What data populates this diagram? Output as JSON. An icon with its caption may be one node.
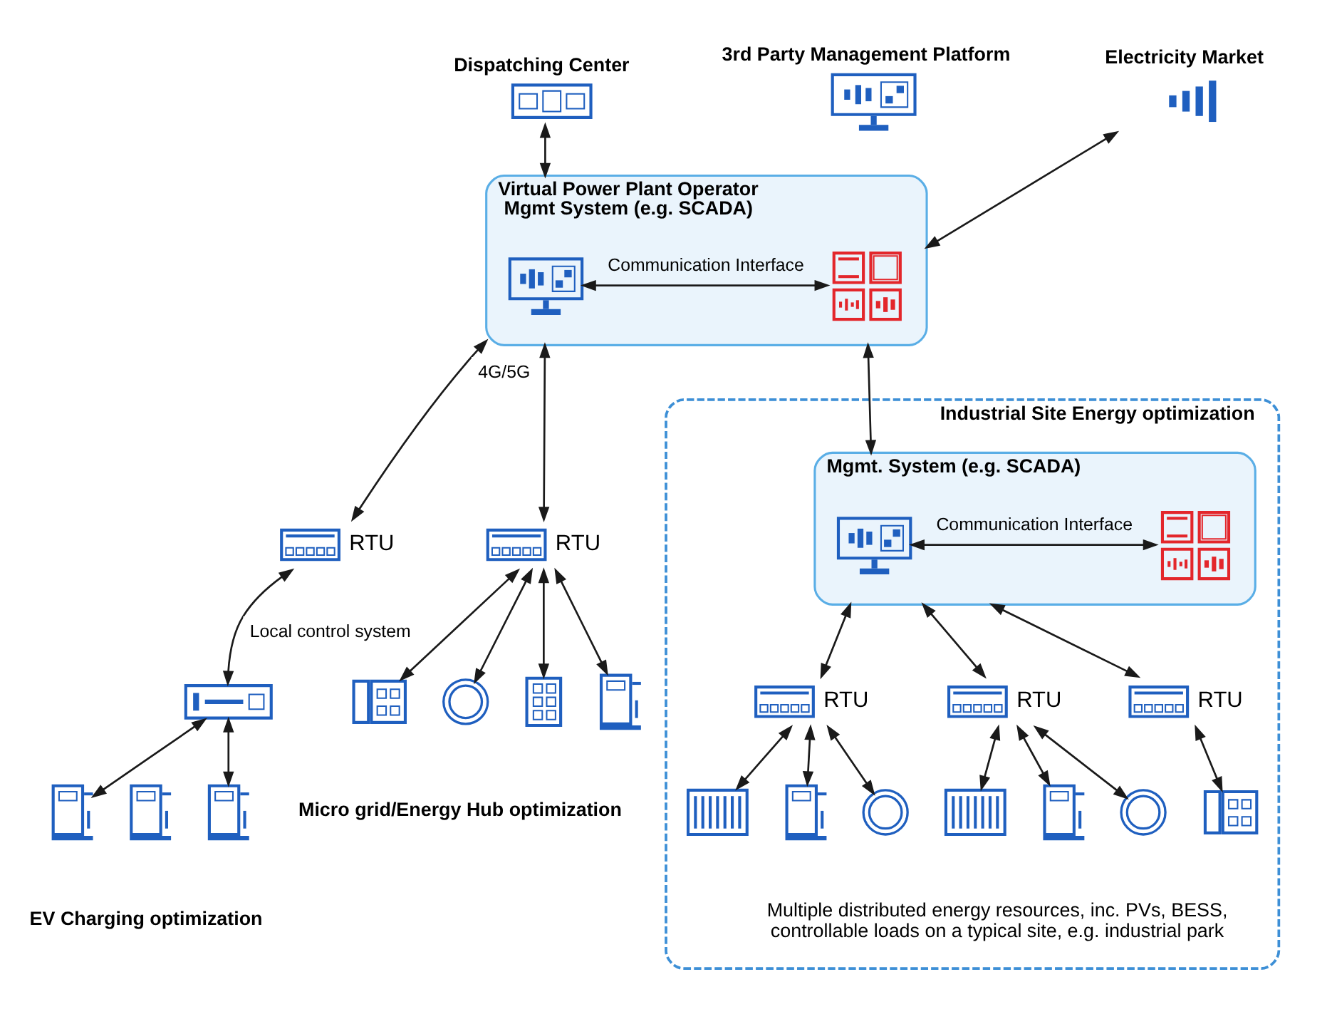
{
  "diagram": {
    "nodes": [
      {
        "text": [
          "Dispatching Center"
        ]
      },
      {
        "text": [
          "3rd Party Management Platform"
        ]
      },
      {
        "text": [
          "Electricity Market"
        ]
      },
      {
        "text": [
          "Virtual Power Plant Operator",
          "Mgmt System (e.g. SCADA)"
        ]
      },
      {
        "text": [],
        "shape": "picture",
        "in": 3
      },
      {
        "text": [],
        "shape": "picture",
        "in": 3
      },
      {
        "text": [
          "RTU"
        ]
      },
      {
        "text": [],
        "shape": "picture"
      },
      {
        "text": [],
        "shape": "picture"
      },
      {
        "text": [],
        "shape": "picture"
      },
      {
        "text": [],
        "shape": "picture"
      },
      {
        "text": [
          "RTU"
        ]
      },
      {
        "text": [],
        "shape": "picture"
      },
      {
        "text": [],
        "shape": "picture"
      },
      {
        "text": [],
        "shape": "picture"
      },
      {
        "text": [],
        "shape": "picture"
      },
      {
        "text": [
          "Industrial Site Energy optimization"
        ]
      },
      {
        "text": [
          "Mgmt. System (e.g. SCADA)"
        ],
        "in": 16
      },
      {
        "text": [],
        "shape": "picture",
        "in": 17
      },
      {
        "text": [],
        "shape": "picture",
        "in": 17
      },
      {
        "text": [
          "RTU"
        ],
        "in": 16
      },
      {
        "text": [
          "RTU"
        ],
        "in": 16
      },
      {
        "text": [
          "RTU"
        ],
        "in": 16
      },
      {
        "text": [],
        "shape": "picture",
        "in": 16
      },
      {
        "text": [],
        "shape": "picture",
        "in": 16
      },
      {
        "text": [],
        "shape": "picture",
        "in": 16
      },
      {
        "text": [],
        "shape": "picture",
        "in": 16
      },
      {
        "text": [],
        "shape": "picture",
        "in": 16
      },
      {
        "text": [],
        "shape": "picture",
        "in": 16
      },
      {
        "text": [],
        "shape": "picture",
        "in": 16
      }
    ],
    "edges": [
      {
        "from": 0,
        "to": 3,
        "arrow": "both"
      },
      {
        "from": 2,
        "to": 3,
        "arrow": "both"
      },
      {
        "from": 4,
        "to": 5,
        "arrow": "both",
        "label": "Communication Interface"
      },
      {
        "from": 3,
        "to": 6,
        "arrow": "both",
        "label": "4G/5G"
      },
      {
        "from": 3,
        "to": 11,
        "arrow": "both"
      },
      {
        "from": 3,
        "to": 17,
        "arrow": "both"
      },
      {
        "from": 6,
        "to": 7,
        "arrow": "both",
        "label": "Local control system"
      },
      {
        "from": 7,
        "to": 8,
        "arrow": "both"
      },
      {
        "from": 7,
        "to": 10,
        "arrow": "both"
      },
      {
        "from": 11,
        "to": 12,
        "arrow": "both"
      },
      {
        "from": 11,
        "to": 13,
        "arrow": "both"
      },
      {
        "from": 11,
        "to": 14,
        "arrow": "both"
      },
      {
        "from": 11,
        "to": 15,
        "arrow": "both"
      },
      {
        "from": 18,
        "to": 19,
        "arrow": "both",
        "label": "Communication Interface"
      },
      {
        "from": 17,
        "to": 20,
        "arrow": "both"
      },
      {
        "from": 17,
        "to": 21,
        "arrow": "both"
      },
      {
        "from": 17,
        "to": 22,
        "arrow": "both"
      },
      {
        "from": 20,
        "to": 23,
        "arrow": "both"
      },
      {
        "from": 20,
        "to": 24,
        "arrow": "both"
      },
      {
        "from": 20,
        "to": 25,
        "arrow": "both"
      },
      {
        "from": 21,
        "to": 26,
        "arrow": "both"
      },
      {
        "from": 21,
        "to": 27,
        "arrow": "both"
      },
      {
        "from": 21,
        "to": 28,
        "arrow": "both"
      },
      {
        "from": 22,
        "to": 29,
        "arrow": "both"
      }
    ],
    "labels": [
      "EV Charging optimization",
      "Micro grid/Energy Hub optimization",
      "Multiple distributed energy resources, inc. PVs, BESS, controllable loads on a typical site, e.g. industrial park"
    ]
  }
}
